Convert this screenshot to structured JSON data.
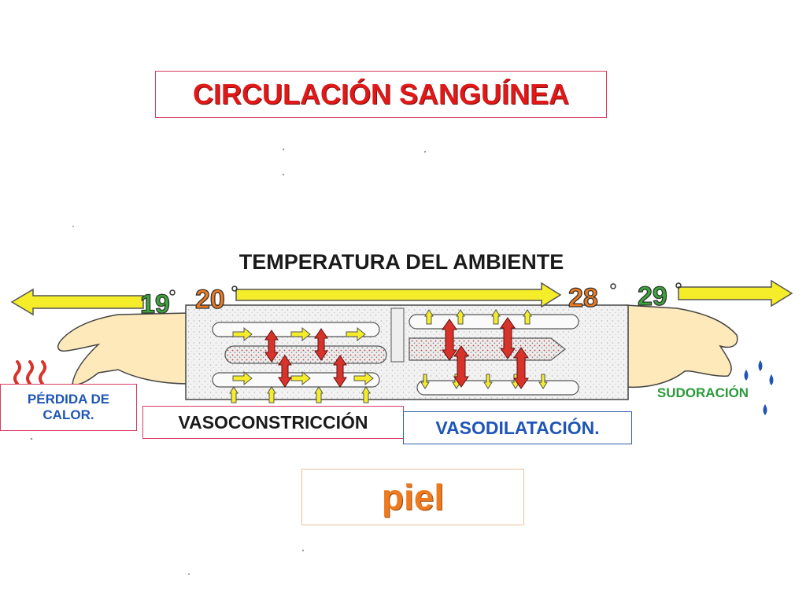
{
  "title": "CIRCULACIÓN SANGUÍNEA",
  "ambient_label": "TEMPERATURA DEL AMBIENTE",
  "temperatures": {
    "t19": "19",
    "t20": "20",
    "t28": "28",
    "t29": "29"
  },
  "labels": {
    "heat_loss": "PÉRDIDA DE CALOR.",
    "vasoconstriction": "VASOCONSTRICCIÓN",
    "vasodilation": "VASODILATACIÓN.",
    "sweating": "SUDORACIÓN",
    "skin": "piel"
  },
  "colors": {
    "title_red": "#e01818",
    "label_blue": "#1f56b6",
    "sweat_green": "#2a9a3a",
    "skin_orange": "#ee7a1f",
    "arrow_yellow": "#f5ec2a",
    "arrow_red": "#d8332a"
  }
}
